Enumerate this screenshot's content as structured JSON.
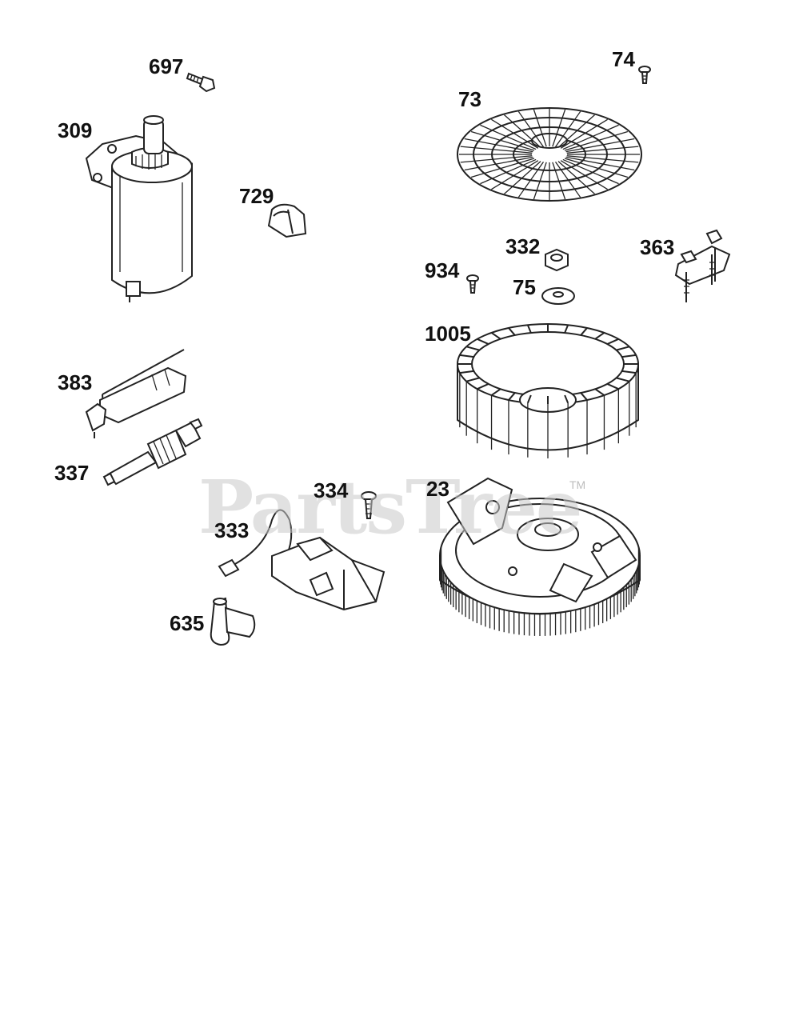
{
  "watermark": {
    "text": "PartsTree",
    "trademark": "TM"
  },
  "parts": [
    {
      "id": "p697",
      "label": "697"
    },
    {
      "id": "p309",
      "label": "309"
    },
    {
      "id": "p729",
      "label": "729"
    },
    {
      "id": "p74",
      "label": "74"
    },
    {
      "id": "p73",
      "label": "73"
    },
    {
      "id": "p332",
      "label": "332"
    },
    {
      "id": "p363",
      "label": "363"
    },
    {
      "id": "p934",
      "label": "934"
    },
    {
      "id": "p75",
      "label": "75"
    },
    {
      "id": "p1005",
      "label": "1005"
    },
    {
      "id": "p383",
      "label": "383"
    },
    {
      "id": "p337",
      "label": "337"
    },
    {
      "id": "p334",
      "label": "334"
    },
    {
      "id": "p23",
      "label": "23"
    },
    {
      "id": "p333",
      "label": "333"
    },
    {
      "id": "p635",
      "label": "635"
    }
  ]
}
